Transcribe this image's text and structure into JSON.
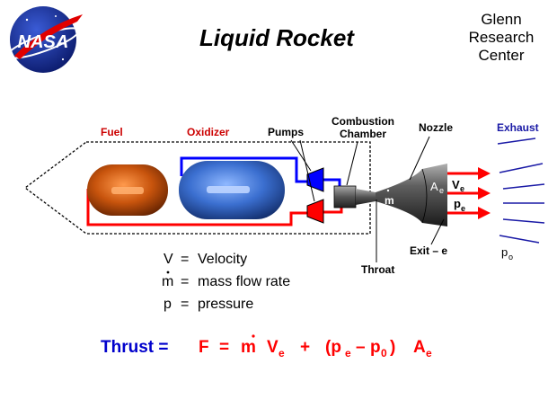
{
  "logo_text": "NASA",
  "title": "Liquid Rocket",
  "org": {
    "line1": "Glenn",
    "line2": "Research",
    "line3": "Center"
  },
  "labels": {
    "fuel": "Fuel",
    "oxidizer": "Oxidizer",
    "pumps": "Pumps",
    "combustion_line1": "Combustion",
    "combustion_line2": "Chamber",
    "nozzle": "Nozzle",
    "exhaust": "Exhaust",
    "throat": "Throat",
    "exit": "Exit – e",
    "mdot": "m",
    "area": "A",
    "area_sub": "e",
    "vel": "V",
    "vel_sub": "e",
    "pres": "p",
    "pres_sub": "e",
    "p0": "p",
    "p0_sub": "o"
  },
  "legend": [
    {
      "sym": "V",
      "eq": "=",
      "desc": "Velocity"
    },
    {
      "sym": "m",
      "eq": "=",
      "desc": "mass flow rate"
    },
    {
      "sym": "p",
      "eq": "=",
      "desc": "pressure"
    }
  ],
  "equation": {
    "lhs": "Thrust =",
    "F": "F",
    "eq": "=",
    "m": "m",
    "V": "V",
    "e1": "e",
    "plus": "+",
    "open": "(p",
    "e2": "e",
    "minus": "–",
    "p": "p",
    "zero": "0",
    "close": ")",
    "A": "A",
    "e3": "e"
  },
  "colors": {
    "title": "#000000",
    "fuel": "#cc0000",
    "oxidizer": "#cc0000",
    "exhaust": "#1a1aa6",
    "equation": "#ff0000",
    "thrust_label": "#0000cc",
    "blue_line": "#0000ff",
    "red_line": "#ff0000"
  }
}
